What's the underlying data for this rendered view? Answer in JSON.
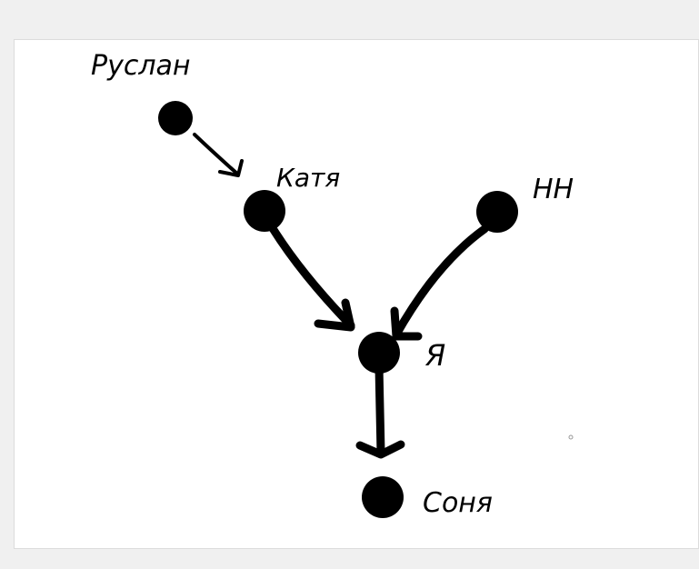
{
  "diagram": {
    "nodes": [
      {
        "id": "ruslan",
        "label": "Руслан"
      },
      {
        "id": "katya",
        "label": "Катя"
      },
      {
        "id": "nn",
        "label": "НН"
      },
      {
        "id": "ya",
        "label": "Я"
      },
      {
        "id": "sonya",
        "label": "Соня"
      }
    ],
    "edges": [
      {
        "from": "ruslan",
        "to": "katya"
      },
      {
        "from": "katya",
        "to": "ya"
      },
      {
        "from": "nn",
        "to": "ya"
      },
      {
        "from": "ya",
        "to": "sonya"
      }
    ],
    "colors": {
      "background": "#f0f0f0",
      "canvas": "#ffffff",
      "ink": "#000000"
    }
  }
}
